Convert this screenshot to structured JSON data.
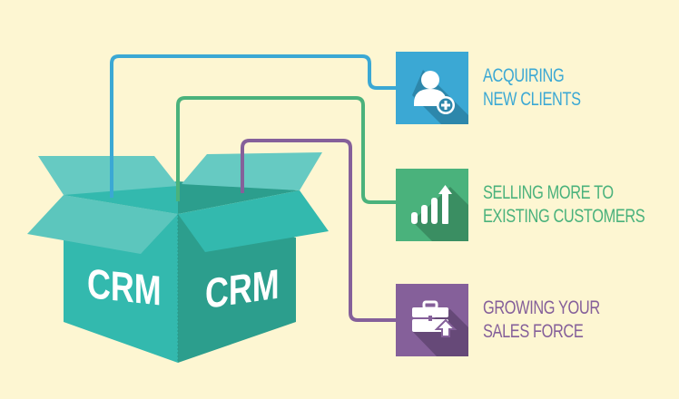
{
  "box": {
    "left_label": "CRM",
    "right_label": "CRM"
  },
  "items": [
    {
      "id": "acquiring",
      "icon": "user-add-icon",
      "color": "#3ba8d4",
      "shadow": "#2d87ab",
      "line1": "ACQUIRING",
      "line2": "NEW CLIENTS"
    },
    {
      "id": "selling",
      "icon": "growth-chart-icon",
      "color": "#4ab27c",
      "shadow": "#3a8e62",
      "line1": "SELLING MORE TO",
      "line2": "EXISTING CUSTOMERS"
    },
    {
      "id": "growing",
      "icon": "briefcase-up-icon",
      "color": "#85609a",
      "shadow": "#664978",
      "line1": "GROWING YOUR",
      "line2": "SALES FORCE"
    }
  ],
  "colors": {
    "background": "#fdf6d2",
    "box_front_left": "#33b9ae",
    "box_front_right": "#2c9e8d",
    "box_flap_light": "#66cac2",
    "box_inner": "#2c9e8d",
    "line_blue": "#3ba8d4",
    "line_green": "#4ab27c",
    "line_purple": "#85609a"
  }
}
